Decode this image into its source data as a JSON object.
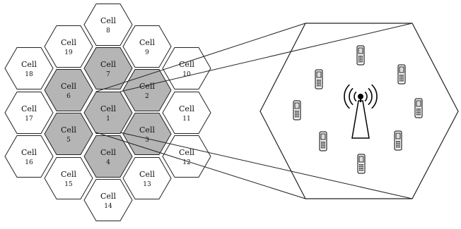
{
  "diagram": {
    "colors": {
      "background": "#ffffff",
      "cell_stroke": "#222222",
      "cluster_fill": "#b5b5b5",
      "open_fill": "#ffffff",
      "line": "#222222",
      "tower": "#000000",
      "phone_body": "#f2f2f2",
      "phone_screen": "#dcdcdc"
    },
    "cell_word": "Cell",
    "cells": [
      {
        "number": "1",
        "shaded": true
      },
      {
        "number": "2",
        "shaded": true
      },
      {
        "number": "3",
        "shaded": true
      },
      {
        "number": "4",
        "shaded": true
      },
      {
        "number": "5",
        "shaded": true
      },
      {
        "number": "6",
        "shaded": true
      },
      {
        "number": "7",
        "shaded": true
      },
      {
        "number": "8",
        "shaded": false
      },
      {
        "number": "9",
        "shaded": false
      },
      {
        "number": "10",
        "shaded": false
      },
      {
        "number": "11",
        "shaded": false
      },
      {
        "number": "12",
        "shaded": false
      },
      {
        "number": "13",
        "shaded": false
      },
      {
        "number": "14",
        "shaded": false
      },
      {
        "number": "15",
        "shaded": false
      },
      {
        "number": "16",
        "shaded": false
      },
      {
        "number": "17",
        "shaded": false
      },
      {
        "number": "18",
        "shaded": false
      },
      {
        "number": "19",
        "shaded": false
      }
    ],
    "zoomed_cell": {
      "center_icon": "radio-tower-icon",
      "phone_icon": "mobile-phone-icon",
      "phone_count": 8
    }
  }
}
